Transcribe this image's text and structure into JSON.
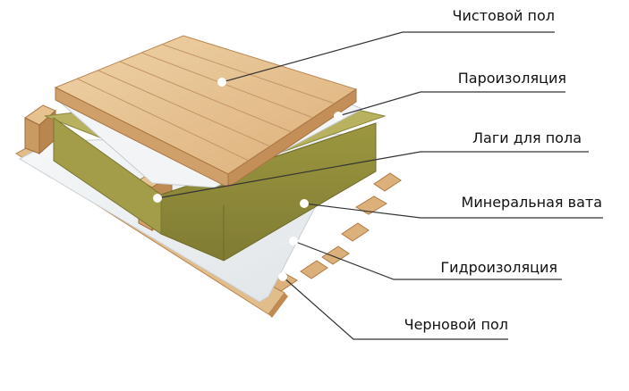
{
  "labels": [
    {
      "text": "Чистовой пол"
    },
    {
      "text": "Пароизоляция"
    },
    {
      "text": "Лаги для пола"
    },
    {
      "text": "Минеральная вата"
    },
    {
      "text": "Гидроизоляция"
    },
    {
      "text": "Черновой пол"
    }
  ],
  "colors": {
    "wood_light": "#e9c89a",
    "wood_mid": "#d8ad78",
    "wood_dark": "#c08a55",
    "wool_top": "#b9b35e",
    "wool_front": "#8e8a3a",
    "wool_side": "#a6a04c",
    "membrane": "#eef1f3",
    "leader": "#333333"
  }
}
